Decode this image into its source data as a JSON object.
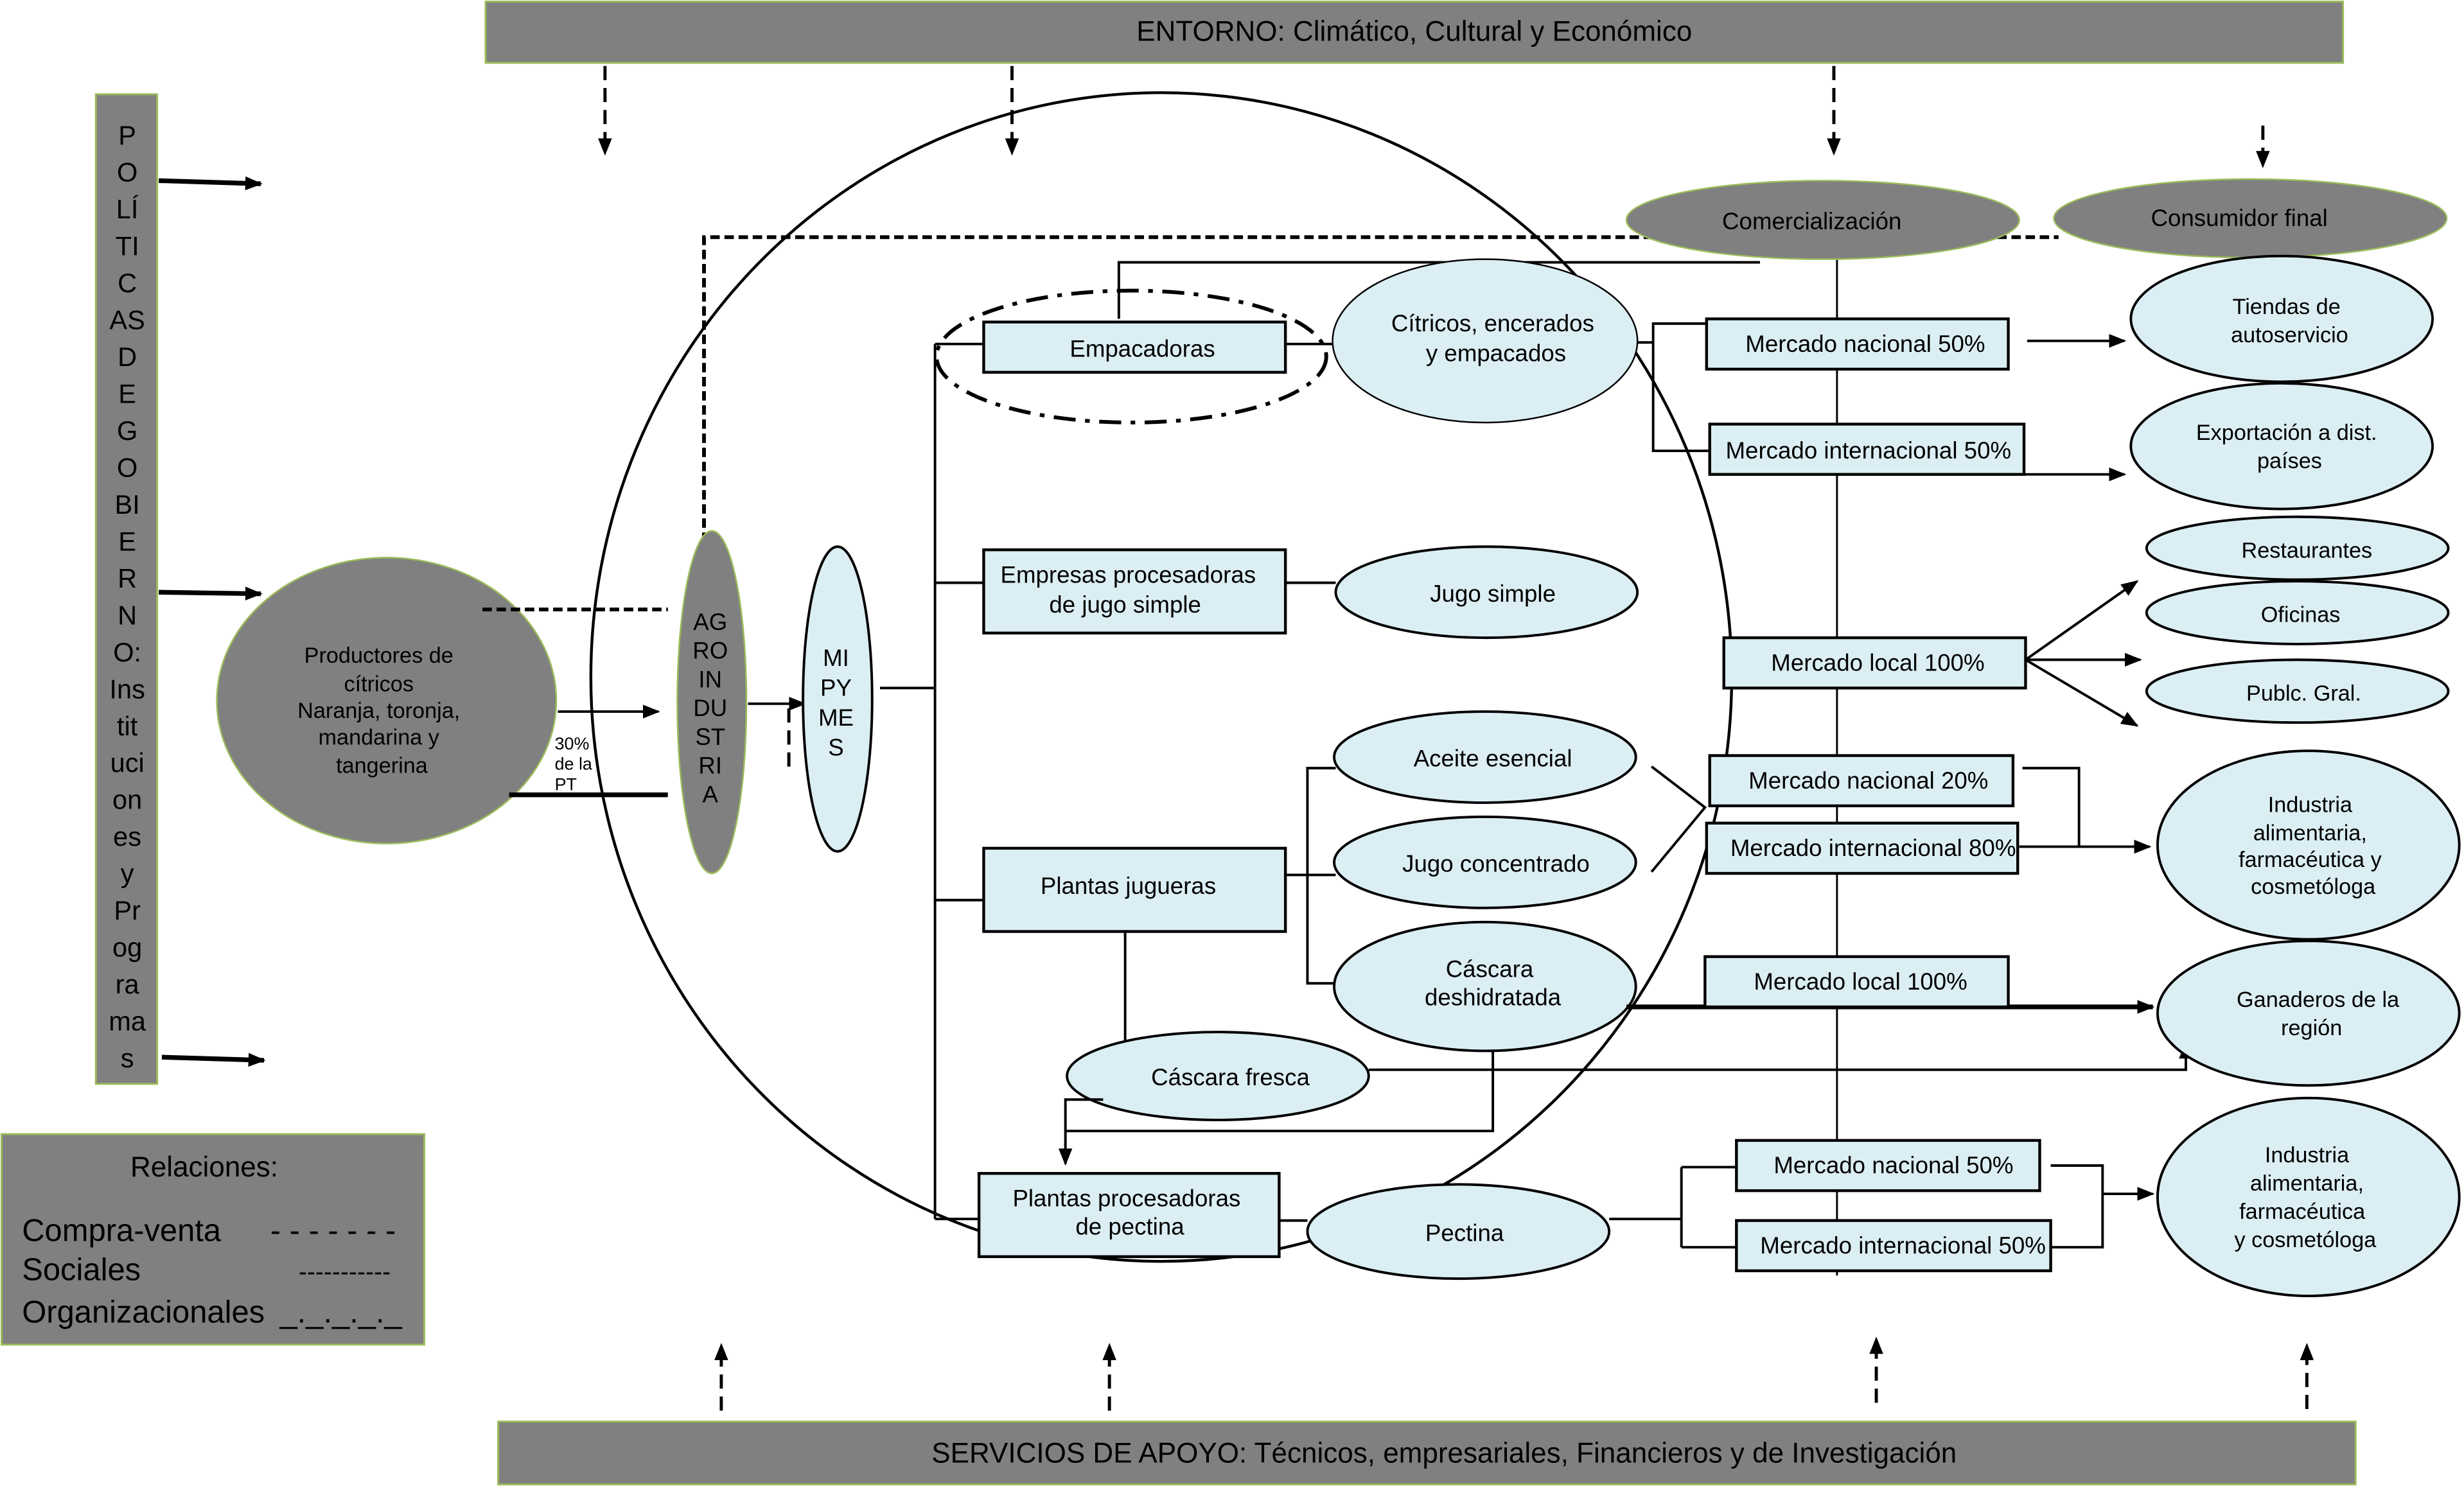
{
  "header": {
    "entorno": "ENTORNO: Climático, Cultural y Económico"
  },
  "footer": {
    "servicios": "SERVICIOS DE APOYO: Técnicos, empresariales, Financieros y de Investigación"
  },
  "politicas": {
    "lines": [
      "P",
      "O",
      "LÍ",
      "TI",
      "C",
      "AS",
      "D",
      "E",
      "G",
      "O",
      "BI",
      "E",
      "R",
      "N",
      "O:",
      "Ins",
      "tit",
      "uci",
      "on",
      "es",
      "y",
      "Pr",
      "og",
      "ra",
      "ma",
      "s"
    ]
  },
  "legend": {
    "title": "Relaciones:",
    "items": [
      {
        "label": "Compra-venta",
        "pattern": "- - - - - - -"
      },
      {
        "label": "Sociales",
        "pattern": "-----------"
      },
      {
        "label": "Organizacionales",
        "pattern": "_._._._._"
      }
    ]
  },
  "nodes": {
    "productores": [
      "Productores de",
      "cítricos",
      "Naranja, toronja,",
      "mandarina y",
      "tangerina"
    ],
    "pt_label": [
      "30%",
      "de la",
      "PT"
    ],
    "agroindustria": [
      "AG",
      "RO",
      "IN",
      "DU",
      "ST",
      "RI",
      "A"
    ],
    "mipymes": [
      "MI",
      "PY",
      "ME",
      "S"
    ],
    "empacadoras": "Empacadoras",
    "citricos_encerados": [
      "Cítricos, encerados",
      "y empacados"
    ],
    "empresas_jugo": [
      "Empresas procesadoras",
      "de jugo simple"
    ],
    "jugo_simple": "Jugo simple",
    "plantas_jugueras": "Plantas jugueras",
    "aceite_esencial": "Aceite esencial",
    "jugo_concentrado": "Jugo concentrado",
    "cascara_deshidratada": [
      "Cáscara",
      "deshidratada"
    ],
    "cascara_fresca": "Cáscara fresca",
    "plantas_pectina": [
      "Plantas procesadoras",
      "de pectina"
    ],
    "pectina": "Pectina",
    "comercializacion": "Comercialización",
    "consumidor_final": "Consumidor final"
  },
  "markets": {
    "m1": "Mercado nacional 50%",
    "m2": "Mercado internacional 50%",
    "m3": "Mercado local 100%",
    "m4": "Mercado nacional 20%",
    "m5": "Mercado internacional 80%",
    "m6": "Mercado local 100%",
    "m7": "Mercado nacional 50%",
    "m8": "Mercado internacional 50%"
  },
  "consumers": {
    "tiendas": [
      "Tiendas de",
      "autoservicio"
    ],
    "exportacion": [
      "Exportación a dist.",
      "países"
    ],
    "restaurantes": "Restaurantes",
    "oficinas": "Oficinas",
    "publico": "Publc. Gral.",
    "industria1": [
      "Industria",
      "alimentaria,",
      "farmacéutica y",
      "cosmetóloga"
    ],
    "ganaderos": [
      "Ganaderos de la",
      "región"
    ],
    "industria2": [
      "Industria",
      "alimentaria,",
      "farmacéutica",
      "y cosmetóloga"
    ]
  },
  "colors": {
    "band_fill": "#808080",
    "band_border": "#9bbb59",
    "node_fill": "#dbeef3"
  }
}
